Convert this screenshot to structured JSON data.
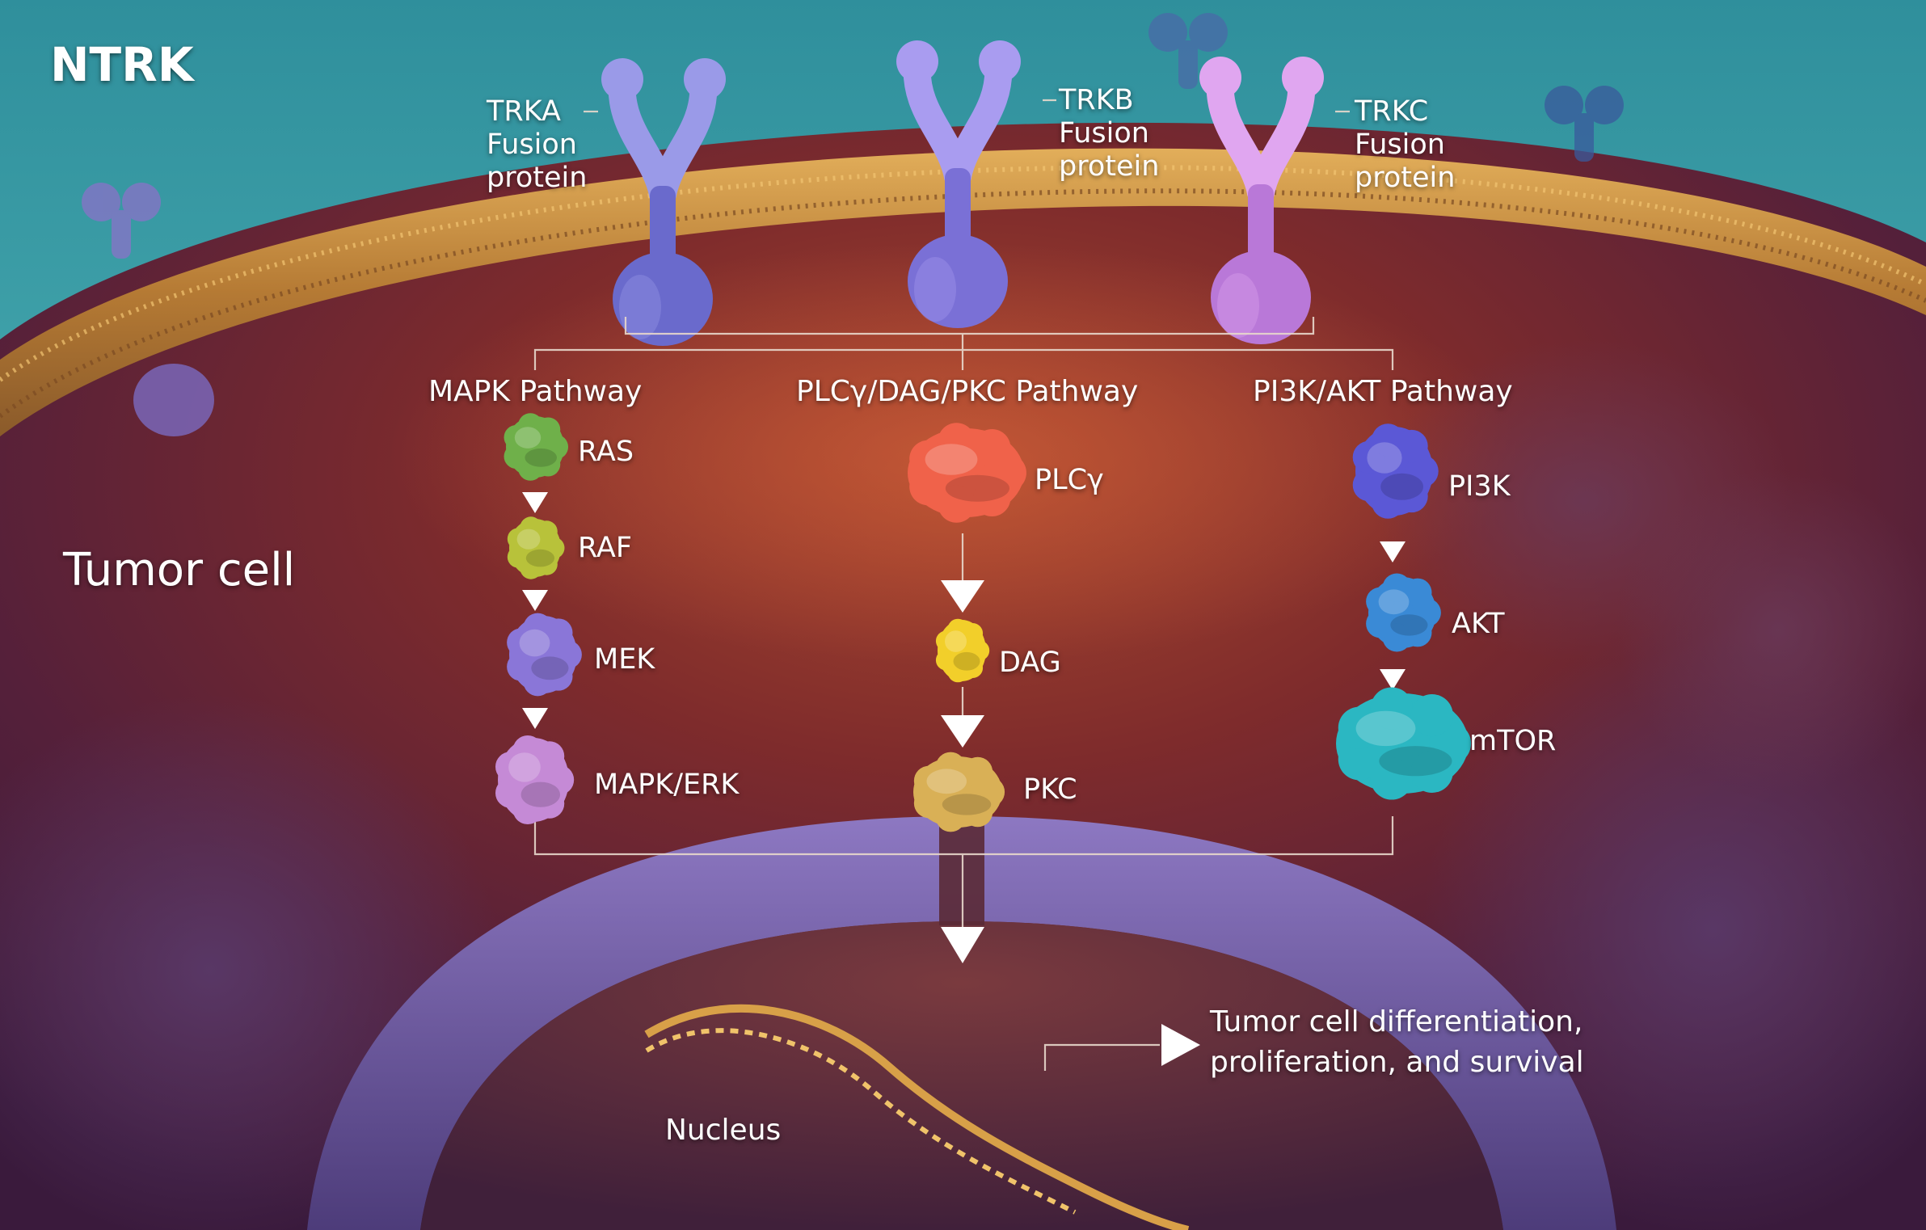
{
  "title": "NTRK",
  "cell_label": "Tumor cell",
  "nucleus_label": "Nucleus",
  "receptors": [
    {
      "lines": [
        "TRKA",
        "Fusion",
        "protein"
      ],
      "color": "#6a6acc",
      "color_light": "#9a9ae8"
    },
    {
      "lines": [
        "TRKB",
        "Fusion",
        "protein"
      ],
      "color": "#7a70d6",
      "color_light": "#a99cf0"
    },
    {
      "lines": [
        "TRKC",
        "Fusion",
        "protein"
      ],
      "color": "#b978d8",
      "color_light": "#e0a6f0"
    }
  ],
  "pathways": [
    {
      "title": "MAPK Pathway",
      "molecules": [
        {
          "label": "RAS",
          "icon": "ras-protein-icon",
          "color": "#6fb04a"
        },
        {
          "label": "RAF",
          "icon": "raf-protein-icon",
          "color": "#b8c23a"
        },
        {
          "label": "MEK",
          "icon": "mek-protein-icon",
          "color": "#8a76d8"
        },
        {
          "label": "MAPK/ERK",
          "icon": "mapk-erk-protein-icon",
          "color": "#c58ad6"
        }
      ]
    },
    {
      "title": "PLCγ/DAG/PKC Pathway",
      "molecules": [
        {
          "label": "PLCγ",
          "icon": "plcg-protein-icon",
          "color": "#f0624a"
        },
        {
          "label": "DAG",
          "icon": "dag-molecule-icon",
          "color": "#f2cf2a"
        },
        {
          "label": "PKC",
          "icon": "pkc-protein-icon",
          "color": "#d9b056"
        }
      ]
    },
    {
      "title": "PI3K/AKT Pathway",
      "molecules": [
        {
          "label": "PI3K",
          "icon": "pi3k-protein-icon",
          "color": "#5b58d6"
        },
        {
          "label": "AKT",
          "icon": "akt-protein-icon",
          "color": "#3a8ad6"
        },
        {
          "label": "mTOR",
          "icon": "mtor-protein-icon",
          "color": "#2bb7c2"
        }
      ]
    }
  ],
  "outcome": {
    "lines": [
      "Tumor cell differentiation,",
      "proliferation, and survival"
    ]
  },
  "colors": {
    "membrane": "#c08a3a",
    "nuclear_membrane": "#6e5a9e",
    "cytoplasm": "#7a2a2c",
    "extracellular": "#4aa8b0",
    "dna": "#d8a048"
  }
}
